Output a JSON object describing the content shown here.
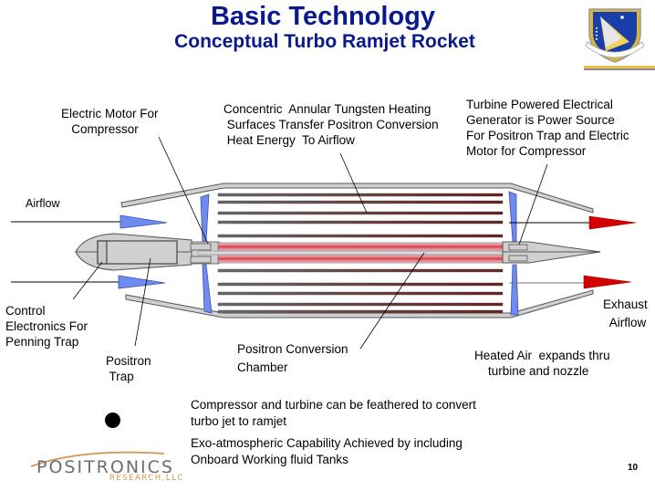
{
  "header": {
    "title": "Basic Technology",
    "subtitle": "Conceptual Turbo Ramjet Rocket",
    "emblem": "air-force-research-laboratory-shield-emblem"
  },
  "colors": {
    "title": "#0a1a8c",
    "blade_blue": "#6e8cf0",
    "exhaust_red": "#d40000",
    "heater_red": "#d9404e",
    "tube_dark_red": "#6b2a2a",
    "casing_grey": "#d0d0d0",
    "logo_grey": "#6b6e74",
    "logo_orange": "#d79450"
  },
  "diagram": {
    "labels": {
      "electric_motor": "Electric Motor For\n   Compressor",
      "tungsten": "Concentric  Annular Tungsten Heating\n Surfaces Transfer Positron Conversion\n Heat Energy  To Airflow",
      "generator": "Turbine Powered Electrical\nGenerator is Power Source\nFor Positron Trap and Electric\nMotor for Compressor",
      "airflow_in": "Airflow",
      "control_electronics": "Control\nElectronics For\nPenning Trap",
      "positron_trap": "Positron\n Trap",
      "conversion_chamber": "Positron Conversion\nChamber",
      "heated_air": "Heated Air  expands thru\n    turbine and nozzle",
      "exhaust": "Exhaust\n  Airflow"
    },
    "components": [
      "nose-cone",
      "positron-trap",
      "control-electronics",
      "compressor-blades",
      "electric-motor",
      "heating-tubes",
      "conversion-chamber",
      "turbine-blades",
      "generator",
      "nozzle-cone",
      "outer-casing",
      "inlet-vanes",
      "exhaust-arrows"
    ]
  },
  "bullets": {
    "marker": "black-circle-bullet",
    "item1": "Compressor and turbine can be feathered to convert\nturbo jet to ramjet",
    "item2": "Exo-atmospheric Capability Achieved by including\nOnboard Working fluid Tanks"
  },
  "footer": {
    "logo_main": "POSITRONICS",
    "logo_sub": "RESEARCH,LLC",
    "page_number": "10"
  }
}
